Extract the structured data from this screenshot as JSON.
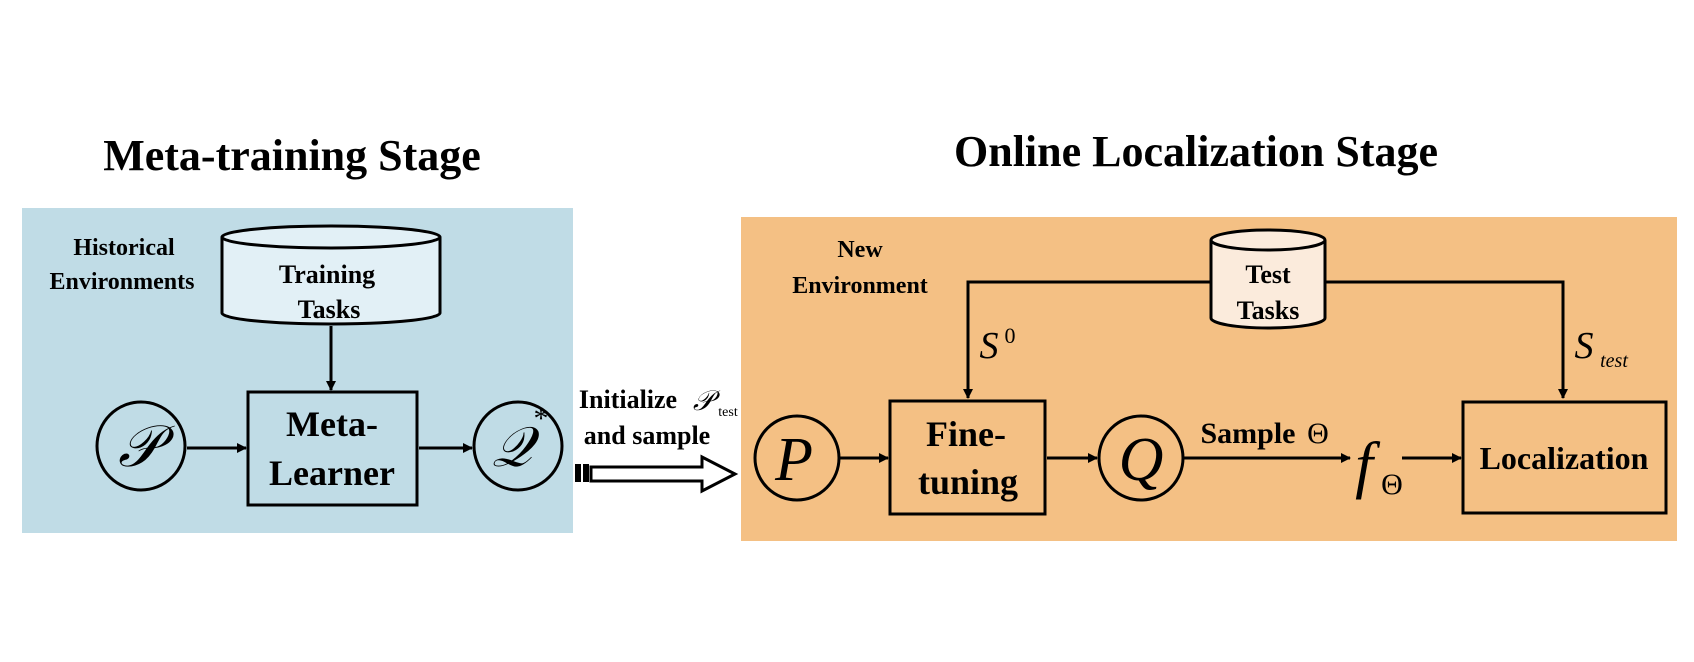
{
  "left_stage": {
    "title": "Meta-training Stage",
    "env_label_line1": "Historical",
    "env_label_line2": "Environments",
    "db_line1": "Training",
    "db_line2": "Tasks",
    "prior_symbol": "𝒫",
    "learner_line1": "Meta-",
    "learner_line2": "Learner",
    "posterior_symbol": "𝒬",
    "posterior_sup": "*"
  },
  "transfer": {
    "line1": "Initialize",
    "line1_symbol": "𝒫",
    "line1_sub": "test",
    "line2": "and sample"
  },
  "right_stage": {
    "title": "Online Localization Stage",
    "env_label_line1": "New",
    "env_label_line2": "Environment",
    "db_line1": "Test",
    "db_line2": "Tasks",
    "s0_symbol": "S",
    "s0_sup": "0",
    "stest_symbol": "S",
    "stest_sub": "test",
    "prior_symbol": "P",
    "finetune_line1": "Fine-",
    "finetune_line2": "tuning",
    "q_symbol": "Q",
    "sample_label": "Sample",
    "theta_symbol": "Θ",
    "f_symbol": "f",
    "f_sub": "Θ",
    "localization_label": "Localization"
  },
  "colors": {
    "left_panel": "#c0dce6",
    "right_panel": "#f4c084",
    "training_db": "#e2f0f6",
    "test_db": "#fbebdc"
  }
}
